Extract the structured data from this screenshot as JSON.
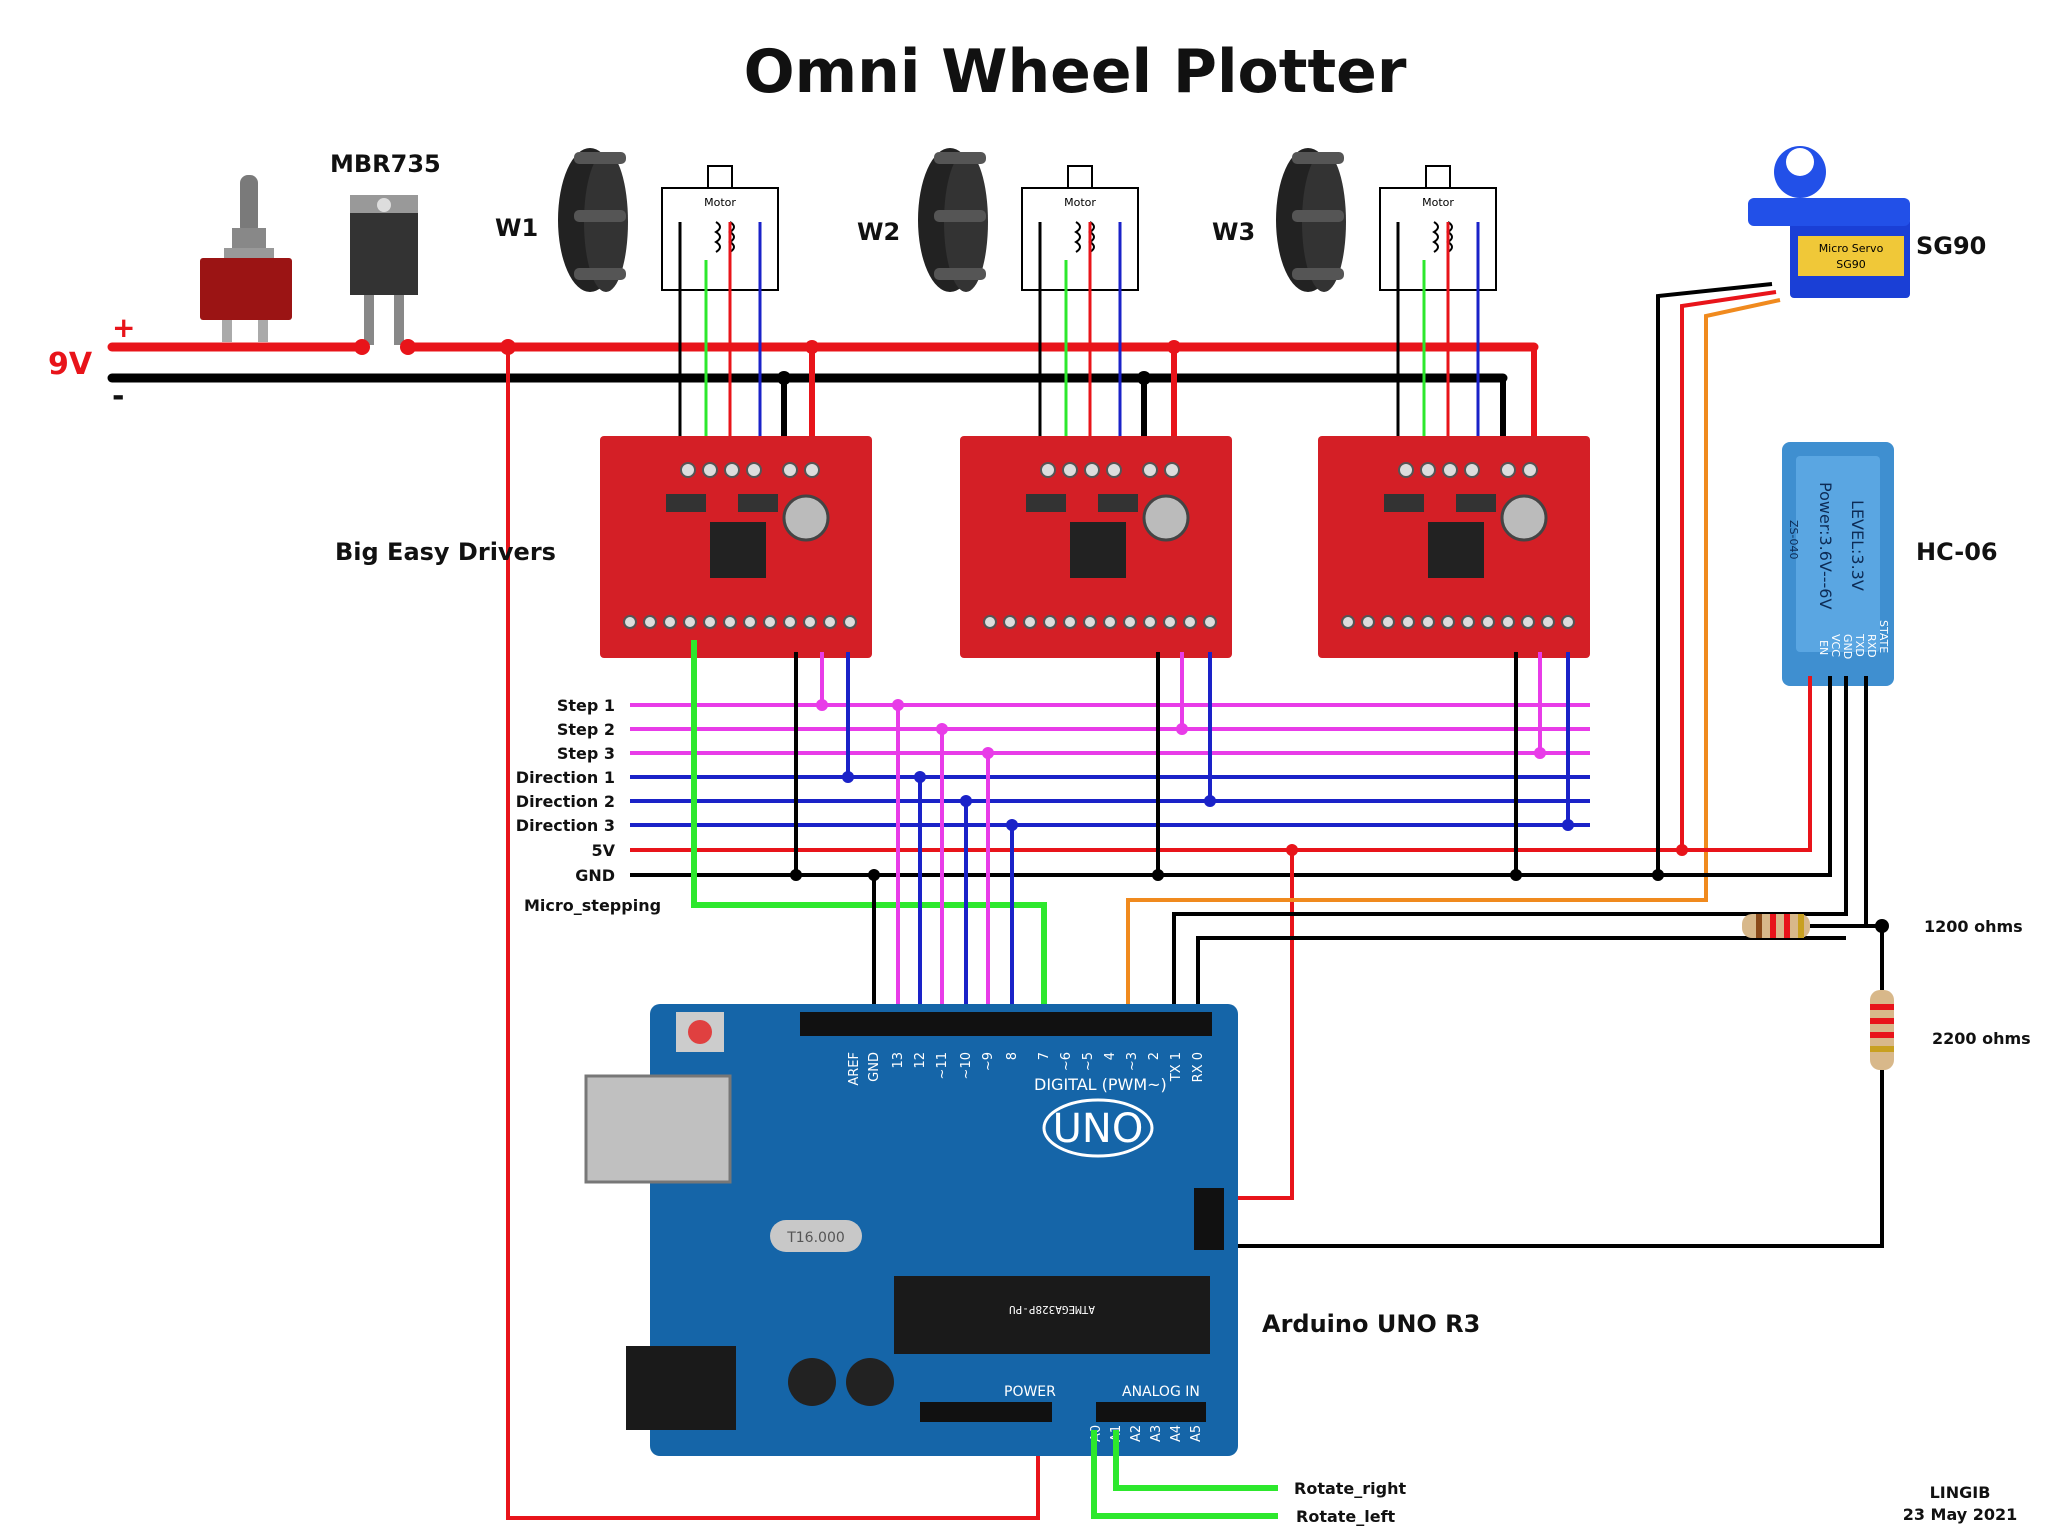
{
  "title": "Omni Wheel Plotter",
  "power": {
    "voltage": "9V",
    "plus": "+",
    "minus": "-",
    "diode": "MBR735"
  },
  "wheels": [
    "W1",
    "W2",
    "W3"
  ],
  "motor_label": "Motor",
  "drivers_label": "Big Easy Drivers",
  "bus_labels": [
    "Step 1",
    "Step 2",
    "Step 3",
    "Direction 1",
    "Direction 2",
    "Direction 3",
    "5V",
    "GND",
    "Micro_stepping"
  ],
  "servo": {
    "name": "SG90",
    "body_text": "Micro Servo",
    "model_text": "SG90"
  },
  "bluetooth": {
    "name": "HC-06",
    "board_text": "Power:3.6V---6V",
    "level_text": "LEVEL:3.3V",
    "model_text": "ZS-040",
    "pins": [
      "STATE",
      "RXD",
      "TXD",
      "GND",
      "VCC",
      "EN"
    ]
  },
  "resistors": [
    "1200 ohms",
    "2200 ohms"
  ],
  "arduino": {
    "name": "Arduino UNO R3",
    "logo": "UNO",
    "digital_label": "DIGITAL (PWM~)",
    "power_label": "POWER",
    "analog_label": "ANALOG IN",
    "crystal": "T16.000",
    "chip": "ATMEGA328P-PU",
    "digital_pins": [
      "AREF",
      "GND",
      "13",
      "12",
      "~11",
      "~10",
      "~9",
      "8",
      "7",
      "~6",
      "~5",
      "4",
      "~3",
      "2",
      "TX 1",
      "RX 0"
    ],
    "analog_pins": [
      "A0",
      "A1",
      "A2",
      "A3",
      "A4",
      "A5"
    ]
  },
  "buttons_labels": [
    "Rotate_right",
    "Rotate_left"
  ],
  "credit": {
    "author": "LINGIB",
    "date": "23 May 2021"
  },
  "colors": {
    "power": "#e8141a",
    "ground": "#000000",
    "step": "#e83ce8",
    "direction": "#1a22c8",
    "micro": "#2de82d",
    "servo_signal": "#f08a1e",
    "driver_board": "#d41f26",
    "arduino_board": "#1565a8"
  }
}
